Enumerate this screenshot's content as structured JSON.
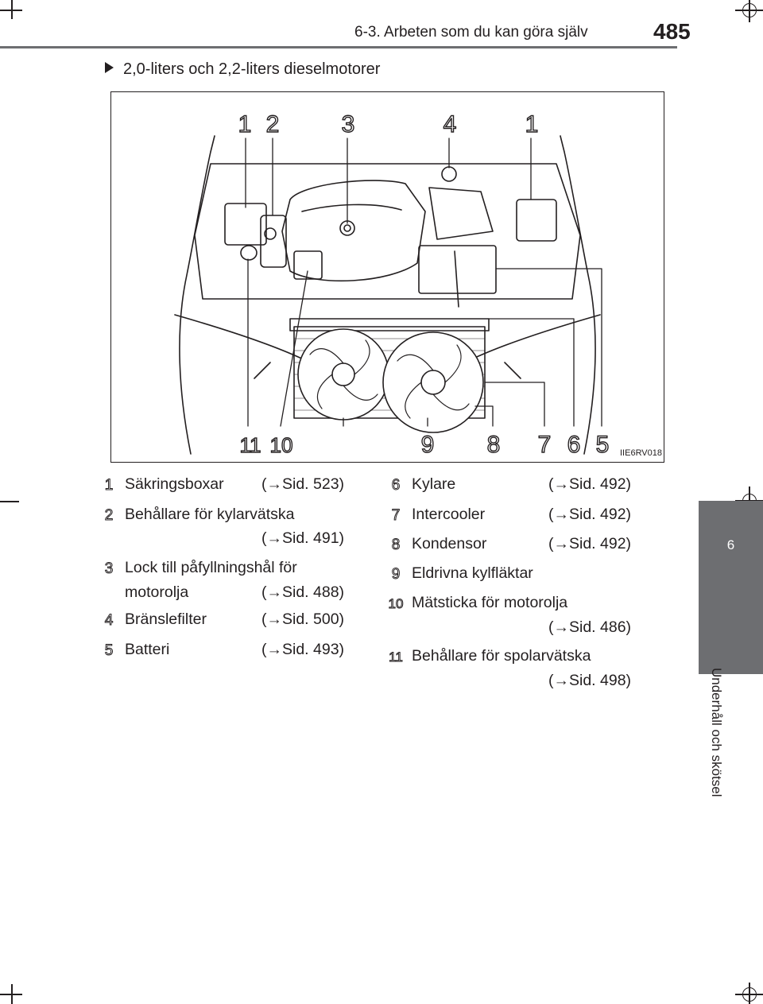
{
  "header": {
    "section_title": "6-3. Arbeten som du kan göra själv",
    "page_number": "485"
  },
  "side_tab": {
    "chapter_number": "6",
    "chapter_title": "Underhåll och skötsel"
  },
  "section": {
    "heading": "2,0-liters och 2,2-liters dieselmotorer"
  },
  "figure": {
    "code": "IIE6RV018",
    "callouts": [
      "1",
      "2",
      "3",
      "4",
      "1",
      "11",
      "10",
      "9",
      "8",
      "7",
      "6",
      "5"
    ]
  },
  "legend": {
    "left": [
      {
        "num": "1",
        "label": "Säkringsboxar",
        "ref": "(→Sid. 523)"
      },
      {
        "num": "2",
        "label": "Behållare för kylarvätska",
        "ref": "(→Sid. 491)"
      },
      {
        "num": "3",
        "label": "Lock till påfyllningshål för",
        "label2": "motorolja",
        "ref": "(→Sid. 488)"
      },
      {
        "num": "4",
        "label": "Bränslefilter",
        "ref": "(→Sid. 500)"
      },
      {
        "num": "5",
        "label": "Batteri",
        "ref": "(→Sid. 493)"
      }
    ],
    "right": [
      {
        "num": "6",
        "label": "Kylare",
        "ref": "(→Sid. 492)"
      },
      {
        "num": "7",
        "label": "Intercooler",
        "ref": "(→Sid. 492)"
      },
      {
        "num": "8",
        "label": "Kondensor",
        "ref": "(→Sid. 492)"
      },
      {
        "num": "9",
        "label": "Eldrivna kylfläktar",
        "ref": ""
      },
      {
        "num": "10",
        "label": "Mätsticka för motorolja",
        "ref": "(→Sid. 486)"
      },
      {
        "num": "11",
        "label": "Behållare för spolarvätska",
        "ref": "(→Sid. 498)"
      }
    ]
  }
}
